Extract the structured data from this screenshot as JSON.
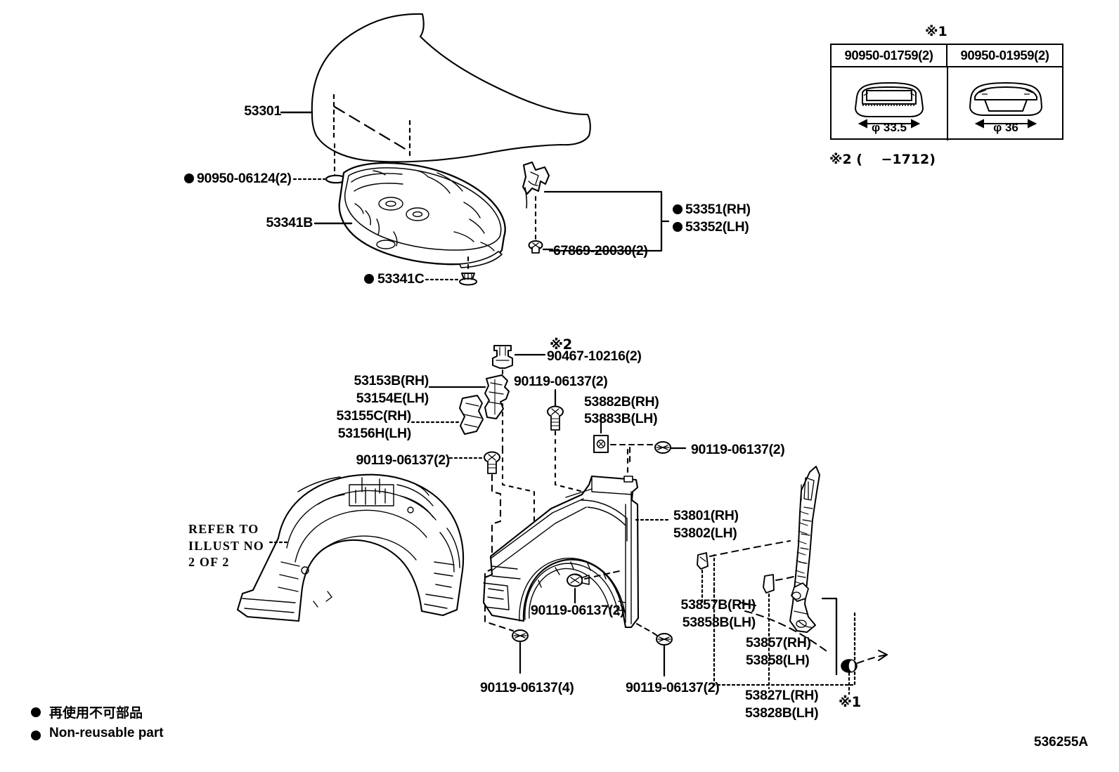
{
  "diagram": {
    "id": "536255A",
    "title": "Toyota front fender and hood parts illustration"
  },
  "variant_table": {
    "marker": "※1",
    "columns": [
      {
        "part": "90950-01759(2)",
        "dimension": "φ 33.5"
      },
      {
        "part": "90950-01959(2)",
        "dimension": "φ 36"
      }
    ]
  },
  "notes": {
    "note2": "※2 (    −1712)"
  },
  "labels": {
    "hood": "53301",
    "hood_seal": "90950-06124(2)",
    "insulator": "53341B",
    "insulator_clip": "53341C",
    "hinge_rh": "53351(RH)",
    "hinge_lh": "53352(LH)",
    "hinge_bolt": "67869-20030(2)",
    "clip_90467": "90467-10216(2)",
    "clip_90467_mark": "※2",
    "bracket_53153_rh": "53153B(RH)",
    "bracket_53154_lh": "53154E(LH)",
    "bracket_53155_rh": "53155C(RH)",
    "bracket_53156_lh": "53156H(LH)",
    "bolt_top_center": "90119-06137(2)",
    "retainer_53882_rh": "53882B(RH)",
    "retainer_53883_lh": "53883B(LH)",
    "bolt_right_upper": "90119-06137(2)",
    "bolt_left": "90119-06137(2)",
    "refer_to": "REFER TO\nILLUST NO\n2 OF 2",
    "fender_rh": "53801(RH)",
    "fender_lh": "53802(LH)",
    "bolt_fender_mid": "90119-06137(2)",
    "bolt_bottom_left": "90119-06137(4)",
    "bolt_bottom_mid": "90119-06137(2)",
    "seal_53857b_rh": "53857B(RH)",
    "seal_53858b_lh": "53858B(LH)",
    "seal_53857_rh": "53857(RH)",
    "seal_53858_lh": "53858(LH)",
    "liner_53827_rh": "53827L(RH)",
    "liner_53828_lh": "53828B(LH)",
    "liner_mark": "※1"
  },
  "legend": {
    "japanese": "再使用不可部品",
    "english": "Non-reusable part"
  }
}
